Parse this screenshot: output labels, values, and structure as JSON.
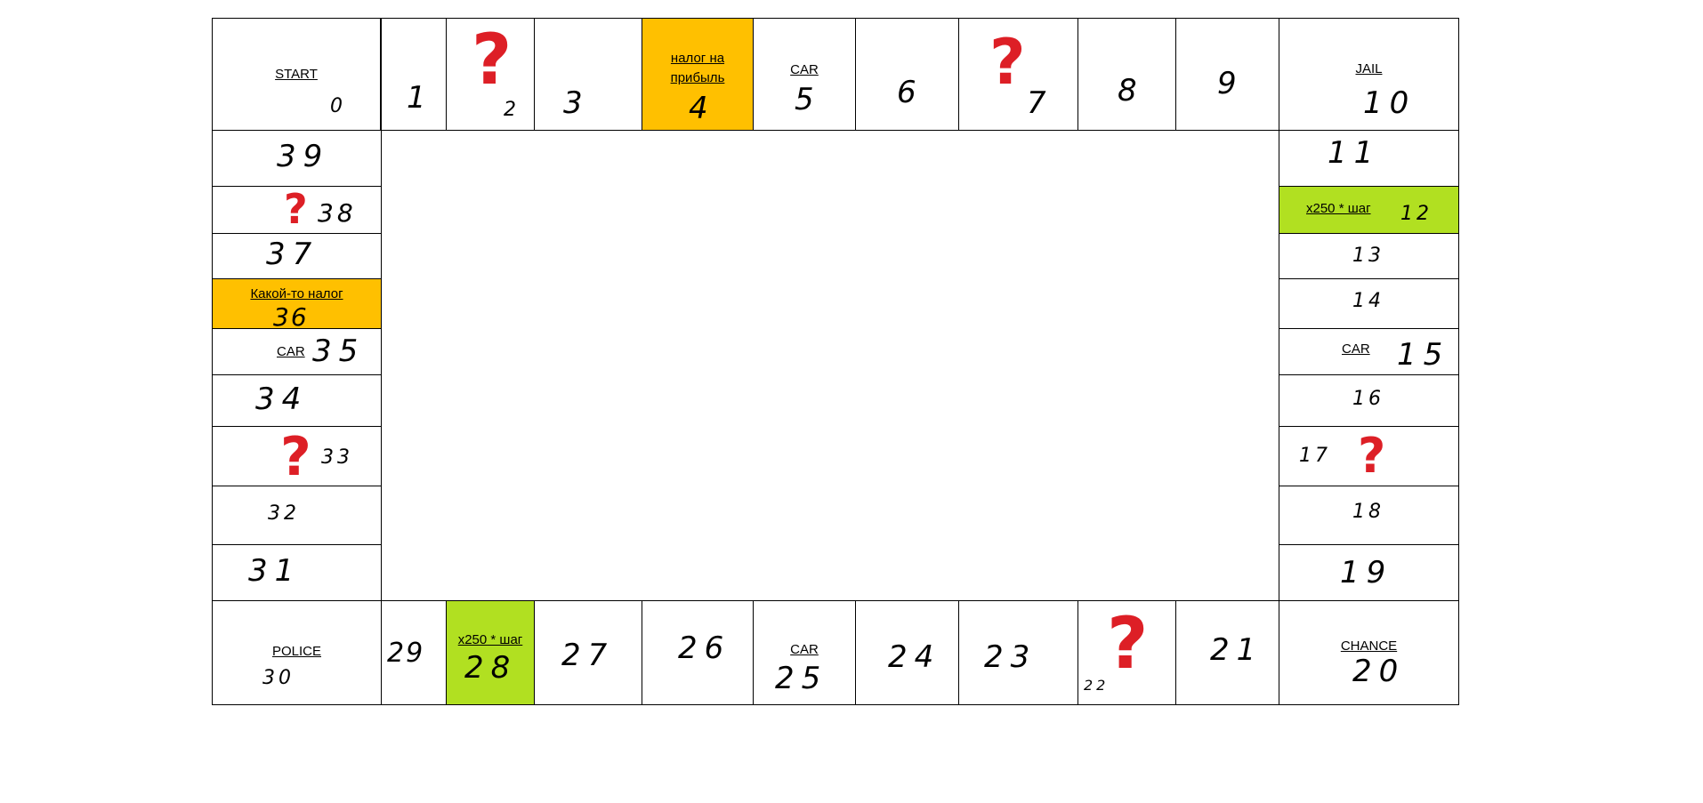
{
  "board": {
    "cells": {
      "c0": {
        "label": "START",
        "number": "0"
      },
      "c1": {
        "label": "",
        "number": "1"
      },
      "c2": {
        "label": "",
        "number": "2",
        "icon": "question-mark-icon"
      },
      "c3": {
        "label": "",
        "number": "3"
      },
      "c4": {
        "label": "налог на прибыль",
        "number": "4",
        "color": "#ffc000"
      },
      "c5": {
        "label": "CAR",
        "number": "5"
      },
      "c6": {
        "label": "",
        "number": "6"
      },
      "c7": {
        "label": "",
        "number": "7",
        "icon": "question-mark-icon"
      },
      "c8": {
        "label": "",
        "number": "8"
      },
      "c9": {
        "label": "",
        "number": "9"
      },
      "c10": {
        "label": "JAIL",
        "number": "10"
      },
      "c11": {
        "label": "",
        "number": "11"
      },
      "c12": {
        "label": "x250 * шаг",
        "number": "12",
        "color": "#b1e021"
      },
      "c13": {
        "label": "",
        "number": "13"
      },
      "c14": {
        "label": "",
        "number": "14"
      },
      "c15": {
        "label": "CAR",
        "number": "15"
      },
      "c16": {
        "label": "",
        "number": "16"
      },
      "c17": {
        "label": "",
        "number": "17",
        "icon": "question-mark-icon"
      },
      "c18": {
        "label": "",
        "number": "18"
      },
      "c19": {
        "label": "",
        "number": "19"
      },
      "c20": {
        "label": "CHANCE",
        "number": "20"
      },
      "c21": {
        "label": "",
        "number": "21"
      },
      "c22": {
        "label": "",
        "number": "22",
        "icon": "question-mark-icon"
      },
      "c23": {
        "label": "",
        "number": "23"
      },
      "c24": {
        "label": "",
        "number": "24"
      },
      "c25": {
        "label": "CAR",
        "number": "25"
      },
      "c26": {
        "label": "",
        "number": "26"
      },
      "c27": {
        "label": "",
        "number": "27"
      },
      "c28": {
        "label": "x250 * шаг",
        "number": "28",
        "color": "#b1e021"
      },
      "c29": {
        "label": "",
        "number": "29"
      },
      "c30": {
        "label": "POLICE",
        "number": "30"
      },
      "c31": {
        "label": "",
        "number": "31"
      },
      "c32": {
        "label": "",
        "number": "32"
      },
      "c33": {
        "label": "",
        "number": "33",
        "icon": "question-mark-icon"
      },
      "c34": {
        "label": "",
        "number": "34"
      },
      "c35": {
        "label": "CAR",
        "number": "35"
      },
      "c36": {
        "label": "Какой-то налог",
        "number": "36",
        "color": "#ffc000"
      },
      "c37": {
        "label": "",
        "number": "37"
      },
      "c38": {
        "label": "",
        "number": "38",
        "icon": "question-mark-icon"
      },
      "c39": {
        "label": "",
        "number": "39"
      }
    },
    "question_color": "#dd1f26",
    "question_glyph": "?"
  }
}
